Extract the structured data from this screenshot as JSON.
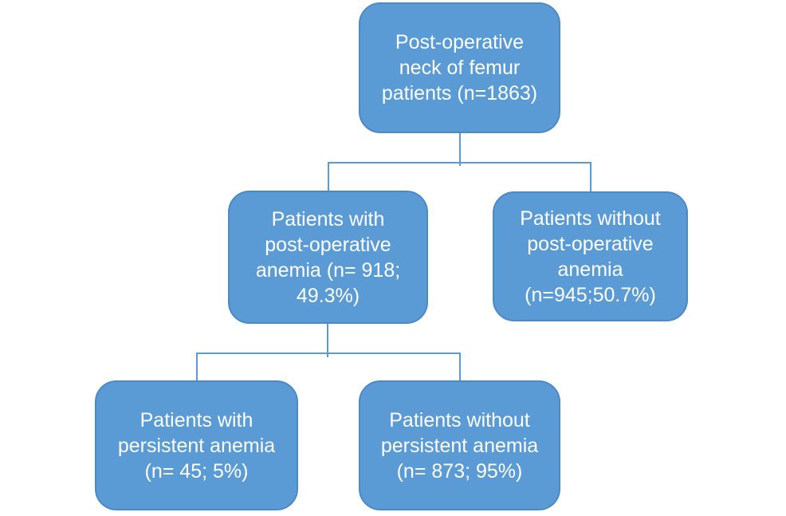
{
  "diagram": {
    "type": "flowchart",
    "background": "#ffffff",
    "node_fill": "#5b9bd5",
    "node_border": "#4d88c7",
    "node_text_color": "#ffffff",
    "connector_color": "#5b9bd5",
    "nodes": [
      {
        "id": "root",
        "label": "Post-operative\nneck of femur\npatients (n=1863)",
        "n": 1863
      },
      {
        "id": "with-postop-anemia",
        "label": "Patients with\npost-operative\nanemia (n= 918;\n49.3%)",
        "n": 918,
        "percent": "49.3%"
      },
      {
        "id": "without-postop-anemia",
        "label": "Patients without\npost-operative\nanemia\n(n=945;50.7%)",
        "n": 945,
        "percent": "50.7%"
      },
      {
        "id": "with-persistent-anemia",
        "label": "Patients with\npersistent anemia\n(n= 45; 5%)",
        "n": 45,
        "percent": "5%"
      },
      {
        "id": "without-persistent-anemia",
        "label": "Patients without\npersistent anemia\n(n= 873; 95%)",
        "n": 873,
        "percent": "95%"
      }
    ],
    "edges": [
      {
        "from": "root",
        "to": "with-postop-anemia"
      },
      {
        "from": "root",
        "to": "without-postop-anemia"
      },
      {
        "from": "with-postop-anemia",
        "to": "with-persistent-anemia"
      },
      {
        "from": "with-postop-anemia",
        "to": "without-persistent-anemia"
      }
    ]
  }
}
